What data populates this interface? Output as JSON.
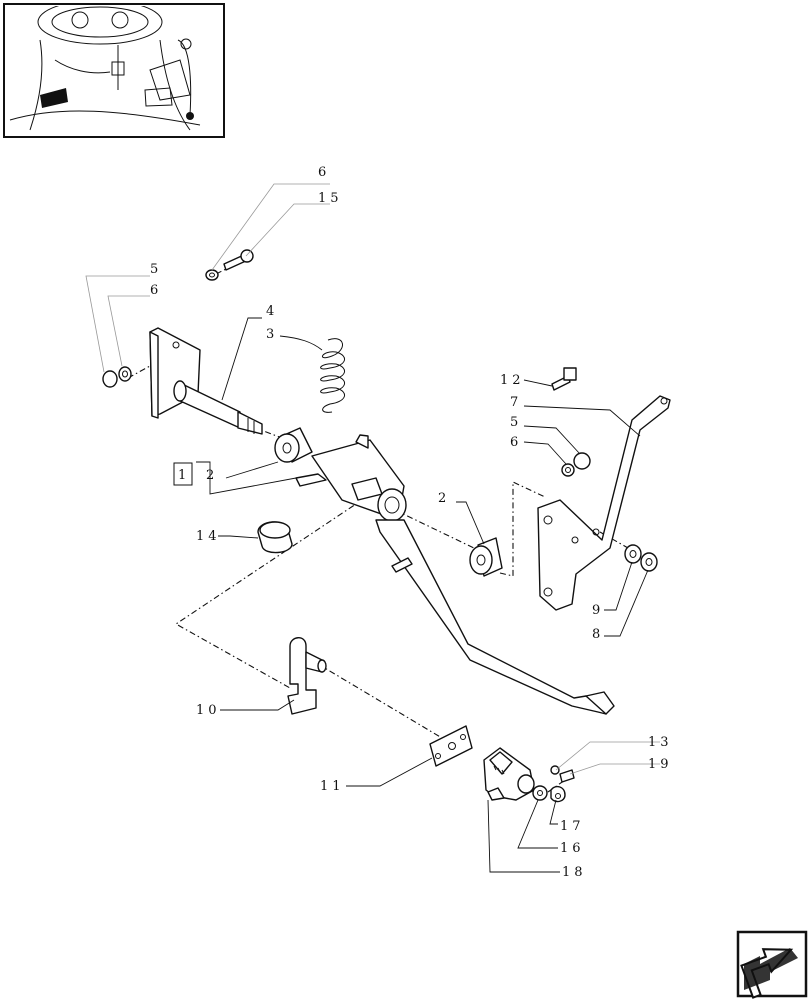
{
  "callouts": [
    {
      "id": "c-6a",
      "text": "6"
    },
    {
      "id": "c-15",
      "text": "15"
    },
    {
      "id": "c-5a",
      "text": "5"
    },
    {
      "id": "c-6b",
      "text": "6"
    },
    {
      "id": "c-4",
      "text": "4"
    },
    {
      "id": "c-3",
      "text": "3"
    },
    {
      "id": "c-12",
      "text": "12"
    },
    {
      "id": "c-7",
      "text": "7"
    },
    {
      "id": "c-5b",
      "text": "5"
    },
    {
      "id": "c-6c",
      "text": "6"
    },
    {
      "id": "c-1",
      "text": "1"
    },
    {
      "id": "c-2a",
      "text": "2"
    },
    {
      "id": "c-2b",
      "text": "2"
    },
    {
      "id": "c-14",
      "text": "14"
    },
    {
      "id": "c-9",
      "text": "9"
    },
    {
      "id": "c-8",
      "text": "8"
    },
    {
      "id": "c-10",
      "text": "10"
    },
    {
      "id": "c-13",
      "text": "13"
    },
    {
      "id": "c-19",
      "text": "19"
    },
    {
      "id": "c-11",
      "text": "11"
    },
    {
      "id": "c-17",
      "text": "17"
    },
    {
      "id": "c-16",
      "text": "16"
    },
    {
      "id": "c-18",
      "text": "18"
    }
  ],
  "icons": {
    "thumbnail": "tractor-pedal-thumbnail",
    "nav": "next-page-arrow-icon"
  }
}
